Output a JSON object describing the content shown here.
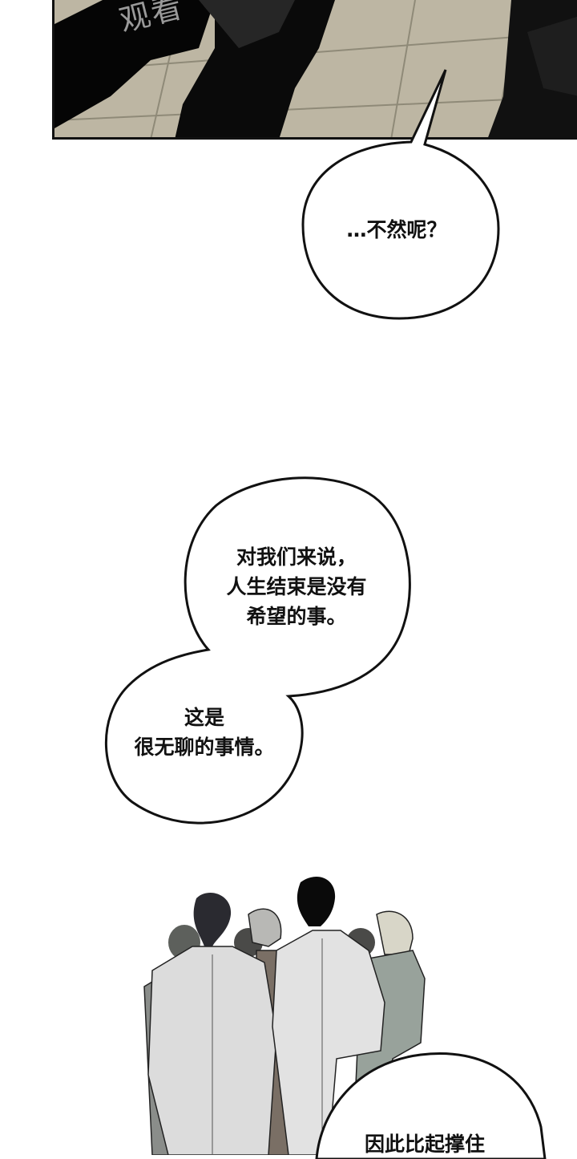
{
  "page": {
    "type": "webtoon-page",
    "background": "#ffffff"
  },
  "panels": [
    {
      "id": "top-panel",
      "description": "Dark figures standing on beige tiled floor",
      "colors": {
        "floor": "#bdb6a3",
        "figures": "#0a0a0a",
        "border": "#111111"
      },
      "watermark": "观看"
    },
    {
      "id": "bottom-panel",
      "description": "Group of doctors in white coats huddled together, seen from behind",
      "colors": {
        "coat": "#d9d9d9",
        "shadow": "#8a8d8a",
        "hair": "#1a1a1a"
      }
    }
  ],
  "bubbles": [
    {
      "id": "bubble-1",
      "lines": [
        "…不然呢？"
      ]
    },
    {
      "id": "bubble-2",
      "lines": [
        "对我们来说，",
        "人生结束是没有",
        "希望的事。"
      ]
    },
    {
      "id": "bubble-3",
      "lines": [
        "这是",
        "很无聊的事情。"
      ]
    },
    {
      "id": "bubble-4",
      "lines": [
        "因此比起撑住"
      ]
    }
  ]
}
